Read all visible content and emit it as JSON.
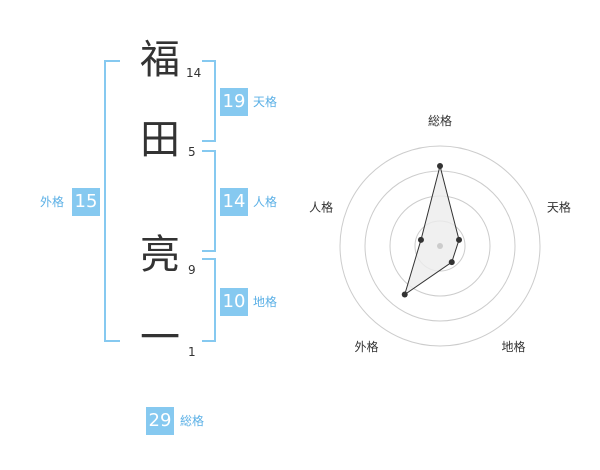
{
  "name": {
    "chars": [
      "福",
      "田",
      "亮",
      "一"
    ],
    "strokes": [
      "14",
      "5",
      "9",
      "1"
    ]
  },
  "fortune": {
    "tenkaku": {
      "value": "19",
      "label": "天格"
    },
    "jinkaku": {
      "value": "14",
      "label": "人格"
    },
    "chikaku": {
      "value": "10",
      "label": "地格"
    },
    "gaikaku": {
      "value": "15",
      "label": "外格"
    },
    "soukaku": {
      "value": "29",
      "label": "総格"
    }
  },
  "chart_data": {
    "type": "radar",
    "axes": [
      "総格",
      "天格",
      "地格",
      "外格",
      "人格"
    ],
    "values": [
      4,
      1,
      1,
      3,
      1
    ],
    "max": 5,
    "rings": 4,
    "colors": {
      "grid": "#cccccc",
      "fill": "#ececec",
      "line": "#333333",
      "center": "#cccccc"
    }
  }
}
